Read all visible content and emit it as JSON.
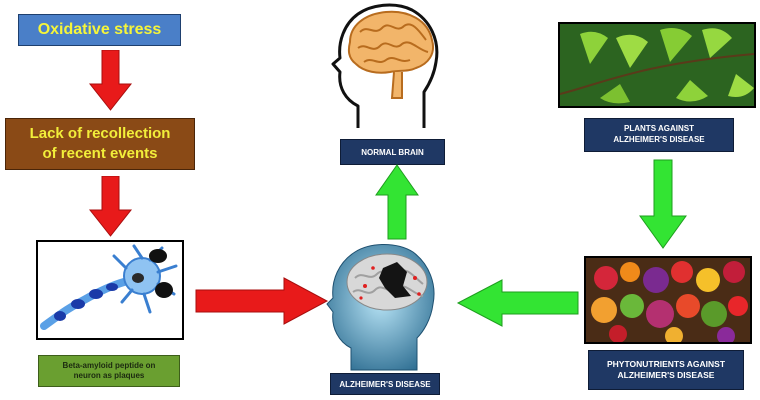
{
  "boxes": {
    "oxidative_stress": "Oxidative stress",
    "lack_line1": "Lack of recollection",
    "lack_line2": "of recent events",
    "beta_line1": "Beta-amyloid peptide on",
    "beta_line2": "neuron as plaques",
    "normal_brain": "NORMAL BRAIN",
    "alzheimers_disease": "ALZHEIMER'S DISEASE",
    "plants_line1": "PLANTS AGAINST",
    "plants_line2": "ALZHEIMER'S DISEASE",
    "phyto_line1": "PHYTONUTRIENTS AGAINST",
    "phyto_line2": "ALZHEIMER'S DISEASE"
  },
  "colors": {
    "red_arrow": "#e81a1a",
    "green_arrow": "#33e433",
    "blue_box": "#4a7fc8",
    "brown_box": "#8a4a16",
    "green_box": "#6a9f30",
    "navy_box": "#1f3864",
    "yellow_text": "#f5f53a"
  },
  "icons": [
    "brain-outline-icon",
    "neuron-icon",
    "alzheimer-head-icon",
    "ginkgo-leaves-icon",
    "fruits-icon"
  ]
}
